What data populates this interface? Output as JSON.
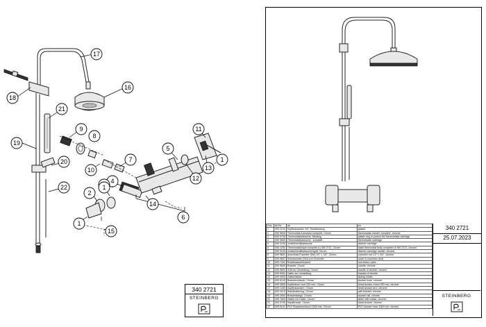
{
  "left_titleblock": {
    "code": "340 2721",
    "brand": "STEINBERG"
  },
  "right_info": {
    "code": "340 2721",
    "date": "25.07.2023",
    "brand": "STEINBERG"
  },
  "callouts": [
    "17",
    "16",
    "18",
    "21",
    "9",
    "8",
    "11",
    "19",
    "7",
    "5",
    "20",
    "10",
    "4",
    "12",
    "13",
    "1",
    "3",
    "22",
    "2",
    "1",
    "14",
    "6",
    "1",
    "15"
  ],
  "parts_table": {
    "headers": [
      "Pos.",
      "Art.Nr.",
      "de",
      "en"
    ],
    "rows": [
      [
        "1",
        "099 1104",
        "Kopfbrausearm 3/4\" Siebdichtung",
        "gasket"
      ],
      [
        "2",
        "099 9600",
        "Thermostat-Kartusche komplett, Chrom",
        "thermostatic handle complete, chrome"
      ],
      [
        "3",
        "099 9700",
        "Thermostatkartusche, Messing",
        "plastic ring to protect the thermostatic cartridge"
      ],
      [
        "4",
        "099 9800",
        "Thermostatkartusche - komplett",
        "thermostatic cartridge"
      ],
      [
        "5",
        "099 0100",
        "Umstellventilkartusche",
        "diverter cartridge"
      ],
      [
        "6",
        "099 2230",
        "Thermostatkörper komplett zu 390 2721, Chrom",
        "basic thermostat body complete of 390 2721, chrome"
      ],
      [
        "7",
        "099 3100",
        "Umstellventilkartuschengriff, Chrom",
        "diverter cartridge handle, chrome"
      ],
      [
        "8",
        "099 9801",
        "Anschluss-Exzenter (Set) 1/2\" x 3/4\", Chrom",
        "eccentric set 1/2\" x 3/4\", chrome"
      ],
      [
        "9",
        "099 9807",
        "Schubrosette (Set) zum Exzenter",
        "cover to eccentric (set)"
      ],
      [
        "10",
        "099 7401",
        "Rückflussverhinderer",
        "non-return valve"
      ],
      [
        "11",
        "099 9800",
        "Rosette, Chrom",
        "rosette, chrome"
      ],
      [
        "12",
        "099 5500",
        "Griff zur Umstellung, Chrom",
        "handle of diverter, chrome"
      ],
      [
        "13",
        "099 9901",
        "Halter zur Umstellung",
        "bracket of diverter"
      ],
      [
        "14",
        "099 9903",
        "Gleitschieber",
        "sliding holder"
      ],
      [
        "15",
        "099 5100",
        "Brauseschlauch, Chrom",
        "shower hose, chrome"
      ],
      [
        "16",
        "099 3500",
        "Kopfbrause rund 250 mm, Chrom",
        "head shower round 250 mm, chrome"
      ],
      [
        "17",
        "099 1300",
        "Kopfbrausearm, Chrom",
        "head shower arm, chrome"
      ],
      [
        "18",
        "099 3210",
        "Wandhalterung, Chrom",
        "wall bracket, chrome"
      ],
      [
        "19",
        "099 2500",
        "Brausestange, Chrom",
        "shower rail, chrome"
      ],
      [
        "20",
        "099 7600",
        "Gleiter mit Halter, Chrom",
        "slider with holder, chrome"
      ],
      [
        "21",
        "099 3700",
        "Handbrause, Chrom",
        "hand shower, chrome"
      ],
      [
        "22",
        "099 5101",
        "PVC Brauseschlauch 1500 mm, Chrom",
        "PVC shower hose 1500 mm, chrome"
      ]
    ]
  }
}
